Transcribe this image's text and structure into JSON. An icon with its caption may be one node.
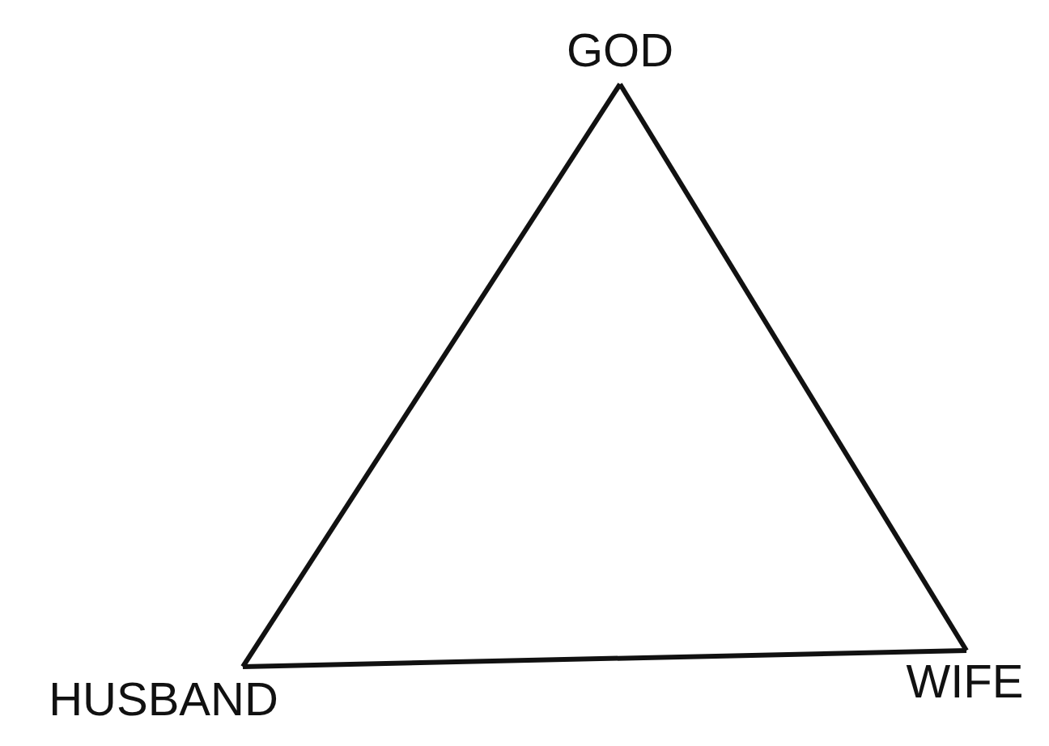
{
  "diagram": {
    "nodes": [
      {
        "text": [
          "GOD"
        ]
      },
      {
        "text": [
          "HUSBAND"
        ]
      },
      {
        "text": [
          "WIFE"
        ]
      }
    ],
    "edges": [
      {
        "from": 0,
        "to": 1,
        "arrow": "none"
      },
      {
        "from": 1,
        "to": 2,
        "arrow": "none"
      },
      {
        "from": 2,
        "to": 0,
        "arrow": "none"
      }
    ]
  }
}
